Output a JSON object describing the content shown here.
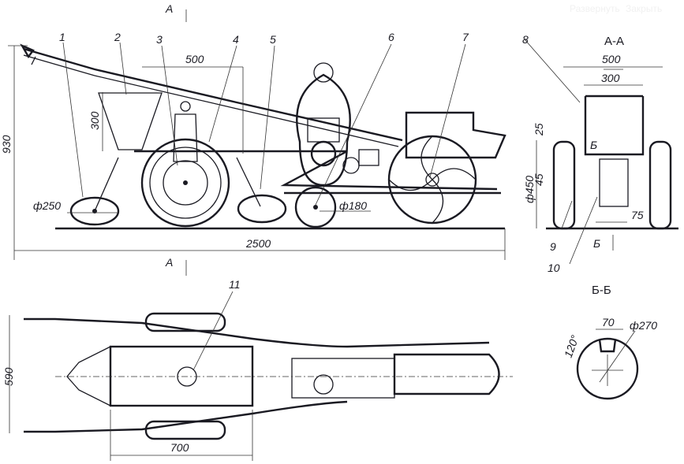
{
  "overlay": {
    "expand": "Развернуть",
    "close": "Закрыть"
  },
  "side_view": {
    "section_mark_top": "А",
    "section_mark_bottom": "А",
    "callouts": [
      "1",
      "2",
      "3",
      "4",
      "5",
      "6",
      "7"
    ],
    "dims": {
      "width_500": "500",
      "height_300": "300",
      "height_930": "930",
      "dia_250": "ф250",
      "dia_180": "ф180",
      "length_2500": "2500"
    }
  },
  "section_aa": {
    "title": "А-А",
    "callouts": [
      "8",
      "9",
      "10"
    ],
    "section_mark": "Б",
    "section_mark_bottom": "Б",
    "dims": {
      "w500": "500",
      "w300": "300",
      "h25": "25",
      "h45": "45",
      "dia450": "ф450",
      "w75": "75"
    }
  },
  "plan_view": {
    "callout": "11",
    "dims": {
      "w590": "590",
      "l700": "700"
    }
  },
  "section_bb": {
    "title": "Б-Б",
    "dims": {
      "w70": "70",
      "dia270": "ф270",
      "angle": "120°"
    }
  }
}
